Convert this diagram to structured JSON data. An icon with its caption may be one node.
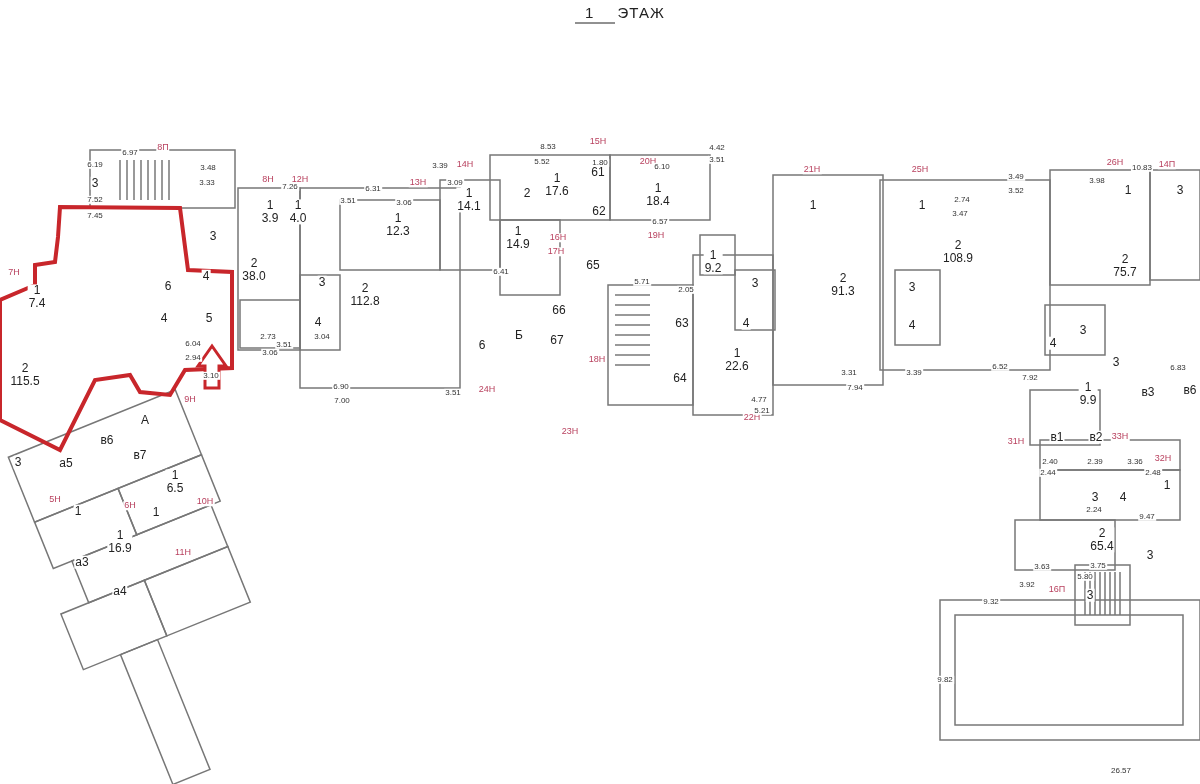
{
  "diagram": {
    "title": "1 ЭТАЖ",
    "labels": [
      "8П",
      "8Н",
      "12Н",
      "13Н",
      "14Н",
      "15Н",
      "20Н",
      "21Н",
      "25Н",
      "26Н",
      "14П",
      "7Н",
      "16Н",
      "17Н",
      "19Н",
      "18Н",
      "24Н",
      "23Н",
      "22Н",
      "9Н",
      "5Н",
      "6Н",
      "10Н",
      "11Н",
      "31Н",
      "33Н",
      "32Н",
      "16П",
      "3",
      "1 7.4",
      "3",
      "4",
      "6",
      "4",
      "5",
      "2 115.5",
      "3",
      "2 38.0",
      "1 3.9",
      "1 4.0",
      "3",
      "4",
      "2 112.8",
      "1 12.3",
      "1 14.1",
      "1 14.9",
      "1 17.6",
      "61",
      "62",
      "2",
      "65",
      "66",
      "67",
      "6",
      "Б",
      "63",
      "64",
      "1 18.4",
      "1 9.2",
      "3",
      "4",
      "1 22.6",
      "1",
      "2 91.3",
      "1",
      "2 108.9",
      "3",
      "4",
      "1",
      "3",
      "2 75.7",
      "3",
      "4",
      "3",
      "1 9.9",
      "в3",
      "в6",
      "в1",
      "в2",
      "1",
      "3",
      "4",
      "2 65.4",
      "3",
      "3",
      "А",
      "в6",
      "в7",
      "а5",
      "1 6.5",
      "1",
      "1",
      "1 16.9",
      "а3",
      "а4",
      "6.97",
      "6.19",
      "7.52",
      "7.45",
      "3.48",
      "3.33",
      "7.26",
      "6.31",
      "3.51",
      "3.06",
      "3.39",
      "3.09",
      "8.53",
      "5.52",
      "1.80",
      "6.10",
      "6.57",
      "4.42",
      "3.51",
      "10.83",
      "3.98",
      "3.49",
      "3.52",
      "2.74",
      "3.47",
      "6.41",
      "6.90",
      "7.00",
      "3.51",
      "5.71",
      "2.05",
      "4.77",
      "5.21",
      "7.94",
      "6.52",
      "7.92",
      "3.31",
      "3.39",
      "6.04",
      "2.94",
      "3.10",
      "2.73",
      "3.06",
      "3.51",
      "3.04",
      "6.83",
      "9.47",
      "2.24",
      "2.40",
      "2.39",
      "3.36",
      "2.44",
      "2.48",
      "5.80",
      "3.92",
      "3.63",
      "3.75",
      "9.32",
      "9.82",
      "26.57"
    ]
  }
}
